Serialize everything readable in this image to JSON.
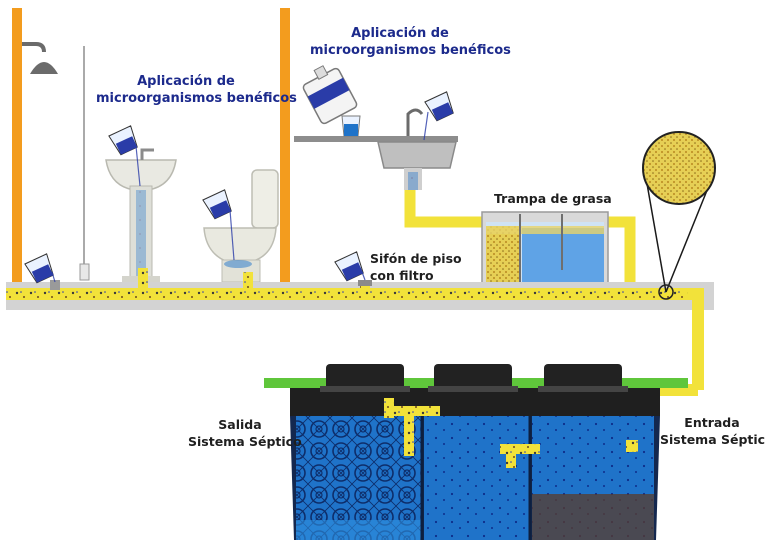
{
  "labels": {
    "microorganisms_left": [
      "Aplicación de",
      "microorganismos benéficos"
    ],
    "microorganisms_right": [
      "Aplicación de",
      "microorganismos benéficos"
    ],
    "grease_trap": "Trampa de grasa",
    "floor_drain": [
      "Sifón de piso",
      "con filtro"
    ],
    "septic_outlet": [
      "Salida",
      "Sistema Séptico"
    ],
    "septic_inlet": [
      "Entrada",
      "Sistema Séptico"
    ]
  },
  "icons": [
    "shower-head-icon",
    "measuring-cup-icon",
    "chemical-jug-icon",
    "sink-icon",
    "toilet-icon",
    "pedestal-sink-icon",
    "filter-magnifier-icon",
    "septic-tank-icon"
  ],
  "colors": {
    "pipe": "#f2e23a",
    "wall": "#f39c1e",
    "water": "#1f73c9",
    "label_blue": "#1c2a8c",
    "ground": "#5fc63b",
    "floor": "#d3d3d3"
  }
}
